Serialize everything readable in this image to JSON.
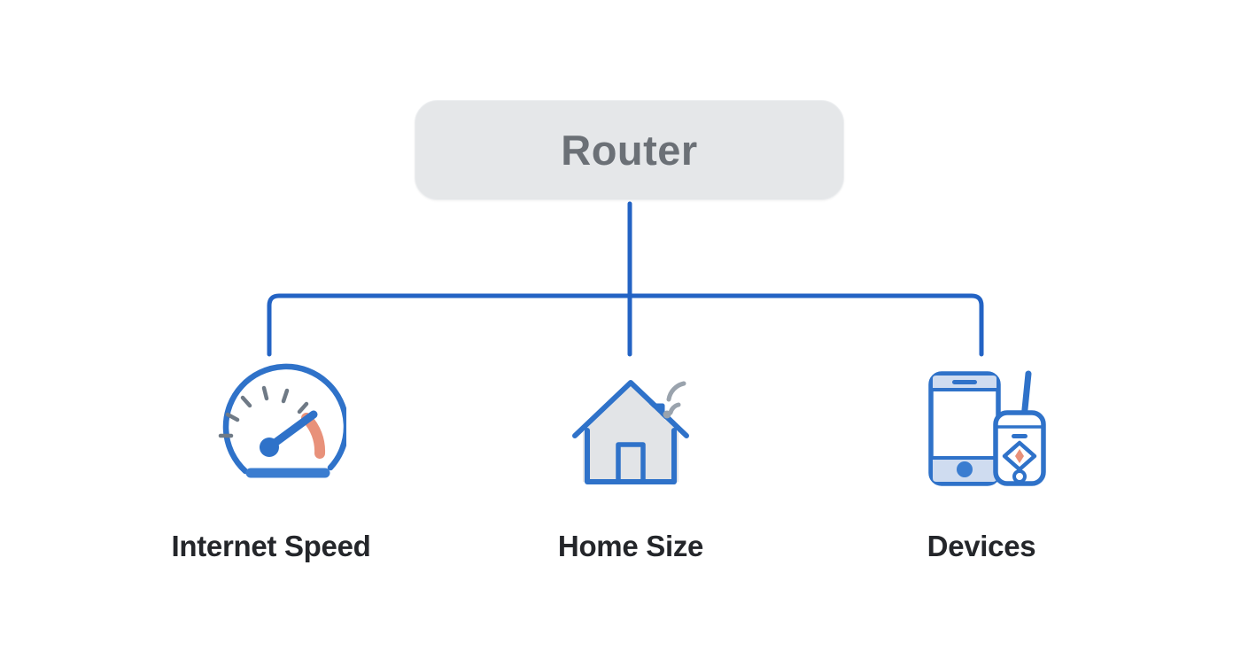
{
  "diagram": {
    "type": "tree",
    "title_node": {
      "id": "router",
      "label": "Router",
      "shape": "rounded-rectangle",
      "fill_color": "#e5e7e9",
      "text_color": "#6b7076"
    },
    "connector": {
      "color": "#2363c4",
      "style": "orthogonal-elbow",
      "stroke_width": 5
    },
    "background_color": "#ffffff",
    "label_color": "#24262a",
    "children": [
      {
        "id": "internet-speed",
        "label": "Internet Speed",
        "icon": "speedometer-icon",
        "icon_colors": {
          "primary": "#2f72c9",
          "accent": "#e8917a"
        }
      },
      {
        "id": "home-size",
        "label": "Home Size",
        "icon": "house-wifi-icon",
        "icon_colors": {
          "primary": "#2f72c9",
          "fill": "#e2e4e7",
          "accent": "#9aa3ad"
        }
      },
      {
        "id": "devices",
        "label": "Devices",
        "icon": "phone-walkie-talkie-icon",
        "icon_colors": {
          "primary": "#2f72c9",
          "fill": "#cfdcf0",
          "accent": "#e8917a"
        }
      }
    ]
  }
}
